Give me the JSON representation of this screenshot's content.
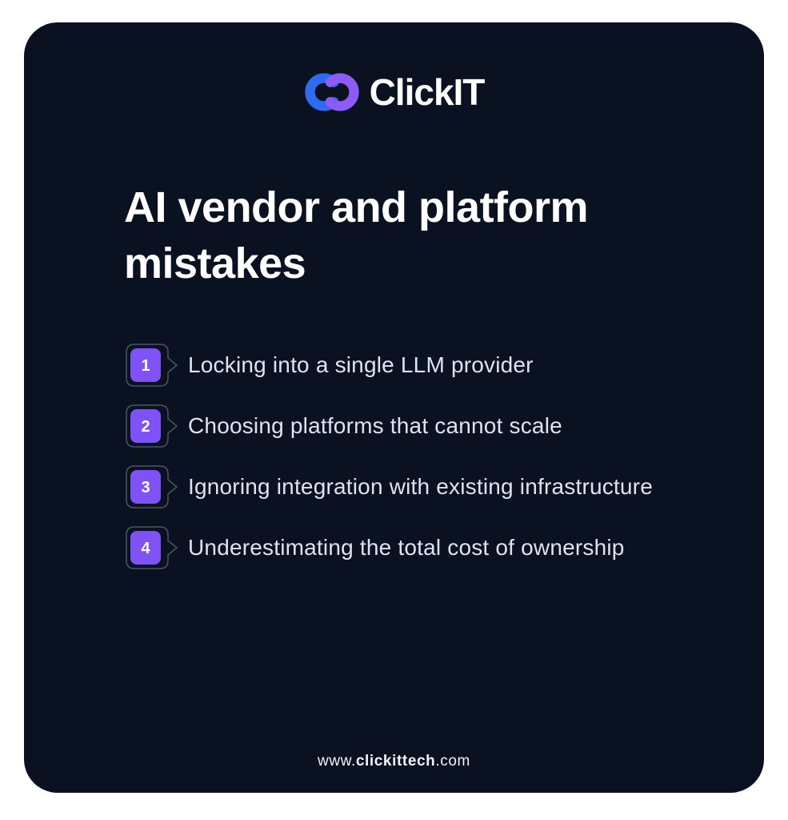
{
  "brand": {
    "name": "ClickIT",
    "logo_icon": "clickit-chain-link-icon"
  },
  "title": "AI vendor and platform mistakes",
  "list": {
    "items": [
      {
        "number": "1",
        "text": "Locking into a single LLM provider"
      },
      {
        "number": "2",
        "text": "Choosing platforms that cannot scale"
      },
      {
        "number": "3",
        "text": "Ignoring integration with existing infrastructure"
      },
      {
        "number": "4",
        "text": "Underestimating the total cost of ownership"
      }
    ]
  },
  "footer": {
    "url_prefix": "www.",
    "url_bold": "clickittech",
    "url_suffix": ".com"
  },
  "colors": {
    "card_background": "#0a1120",
    "logo_blue": "#2e6bf0",
    "logo_purple": "#8b5cf6",
    "badge_purple": "#7e52f5",
    "badge_outline": "#4a5568",
    "title_text": "#ffffff",
    "body_text": "#dce4f2"
  }
}
